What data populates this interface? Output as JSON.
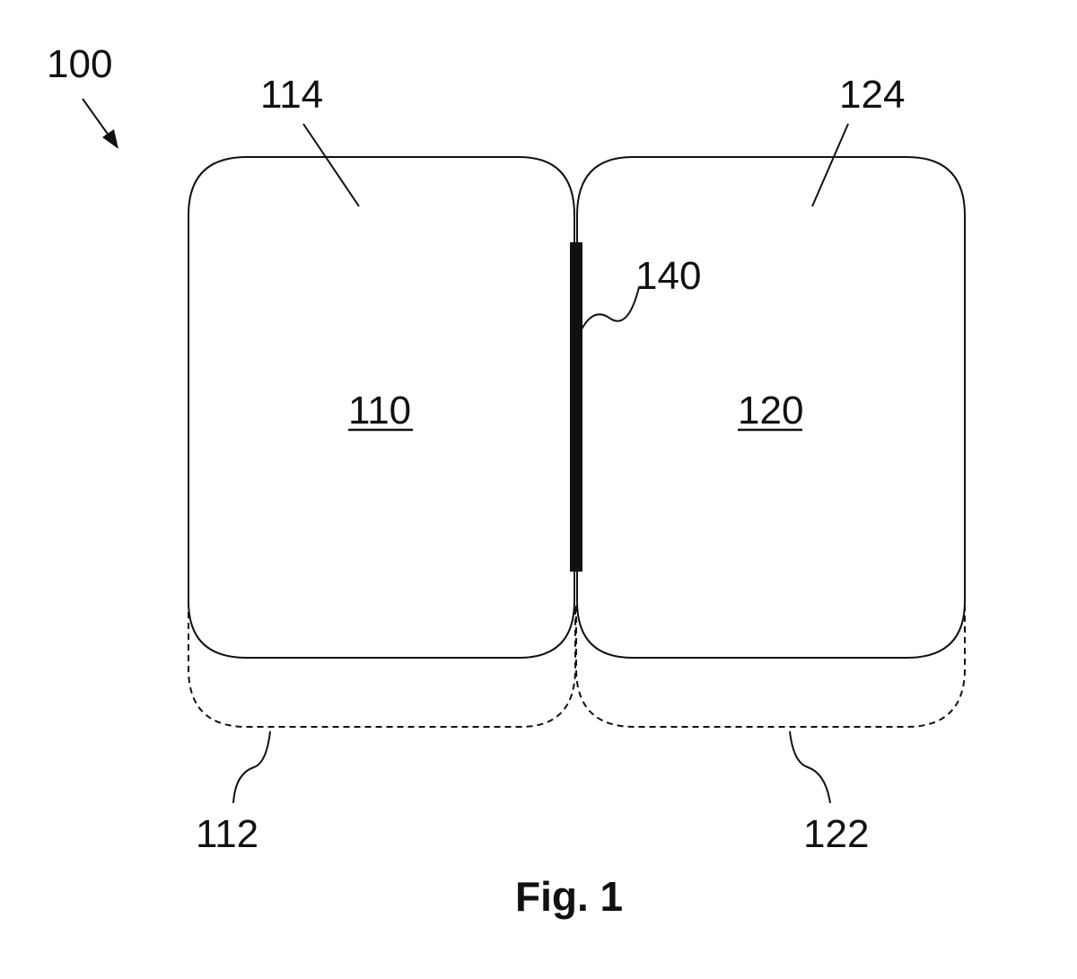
{
  "figure": {
    "caption": "Fig. 1",
    "labels": {
      "device": "100",
      "left_panel_edge": "114",
      "right_panel_edge": "124",
      "hinge": "140",
      "left_panel": "110",
      "right_panel": "120",
      "left_extension": "112",
      "right_extension": "122"
    },
    "colors": {
      "line": "#111111",
      "background": "#ffffff"
    }
  }
}
